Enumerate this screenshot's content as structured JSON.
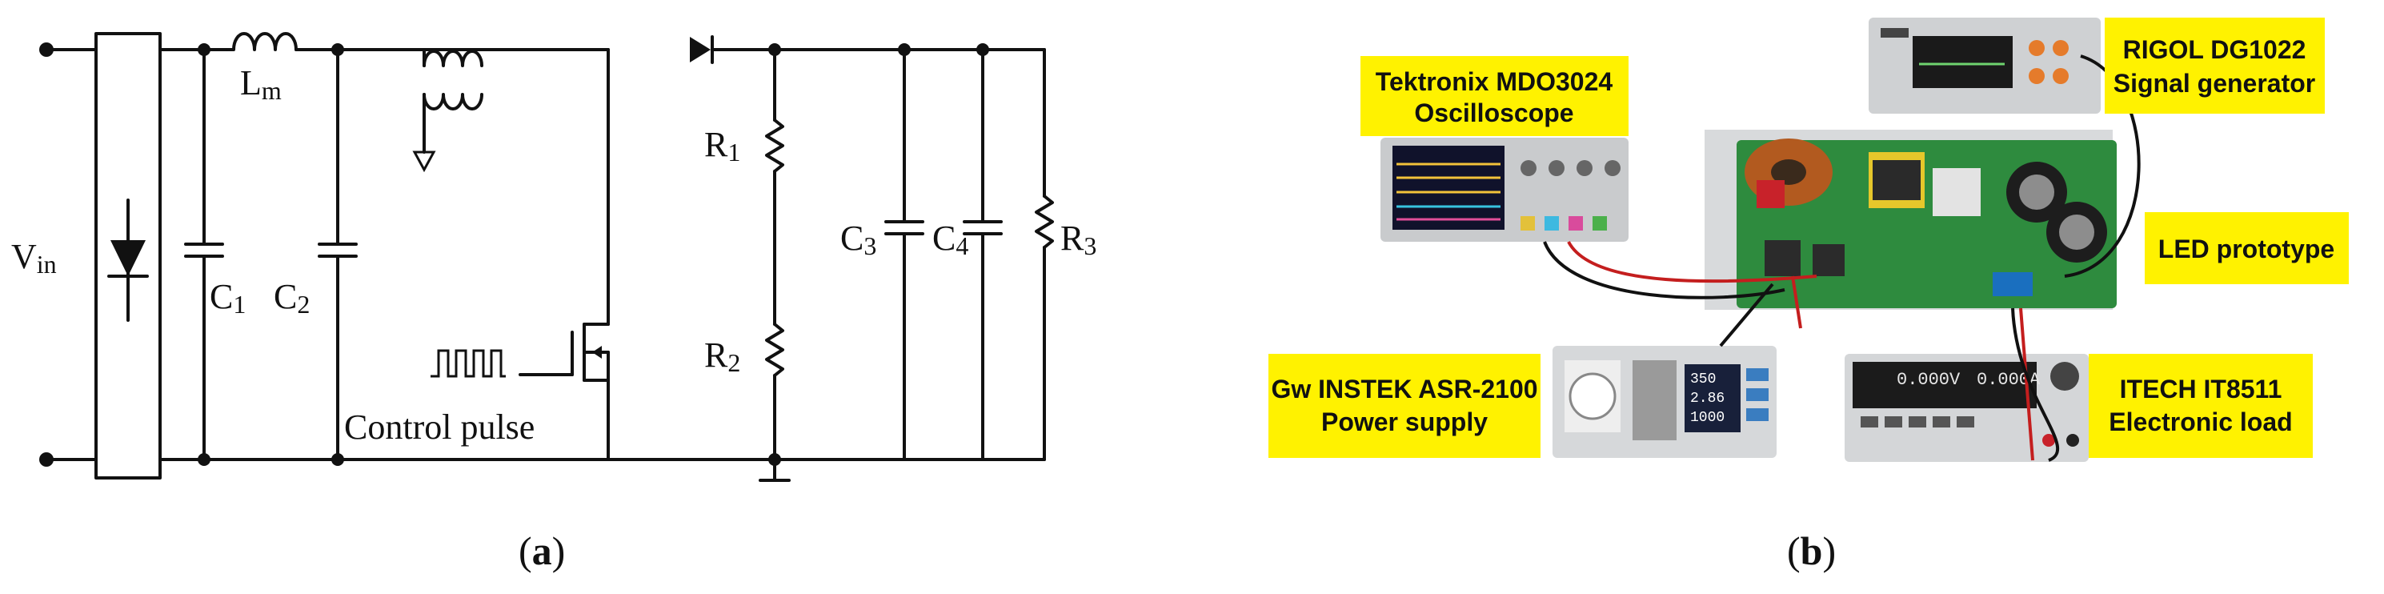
{
  "panel_a": {
    "caption_open": "(",
    "caption_letter": "a",
    "caption_close": ")",
    "labels": {
      "vin": "V",
      "vin_sub": "in",
      "lm": "L",
      "lm_sub": "m",
      "c1": "C",
      "c1_sub": "1",
      "c2": "C",
      "c2_sub": "2",
      "c3": "C",
      "c3_sub": "3",
      "c4": "C",
      "c4_sub": "4",
      "r1": "R",
      "r1_sub": "1",
      "r2": "R",
      "r2_sub": "2",
      "r3": "R",
      "r3_sub": "3",
      "control_pulse": "Control pulse"
    }
  },
  "panel_b": {
    "caption_open": "(",
    "caption_letter": "b",
    "caption_close": ")",
    "tags": {
      "oscilloscope_line1": "Tektronix MDO3024",
      "oscilloscope_line2": "Oscilloscope",
      "siggen_line1": "RIGOL DG1022",
      "siggen_line2": "Signal generator",
      "led": "LED prototype",
      "power_line1": "Gw INSTEK ASR-2100",
      "power_line2": "Power supply",
      "load_line1": "ITECH IT8511",
      "load_line2": "Electronic load"
    },
    "displays": {
      "load_readout_v": "0.000V",
      "load_readout_a": "0.000A",
      "psu_readout_1": "350",
      "psu_readout_2": "2.86",
      "psu_readout_3": "1000"
    }
  },
  "colors": {
    "tag_background": "#FFF200",
    "pcb_green": "#2E8B3E",
    "wire_red": "#D41E1E"
  }
}
